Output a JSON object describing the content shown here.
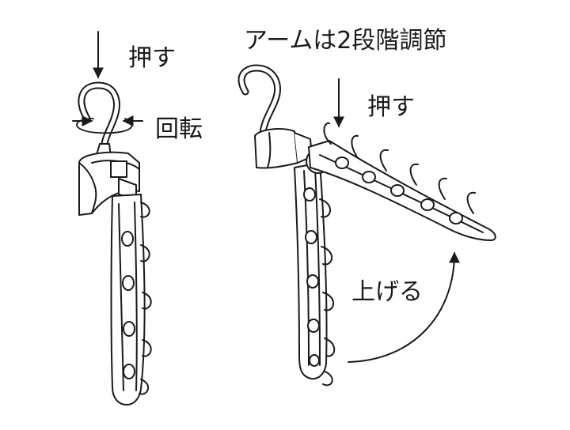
{
  "labels": {
    "push_left": "押す",
    "rotate": "回転",
    "title": "アームは2段階調節",
    "push_right": "押す",
    "raise": "上げる"
  },
  "colors": {
    "line": "#1a1a1a",
    "fill": "#ffffff"
  },
  "hanger": {
    "hook_count": 6
  }
}
